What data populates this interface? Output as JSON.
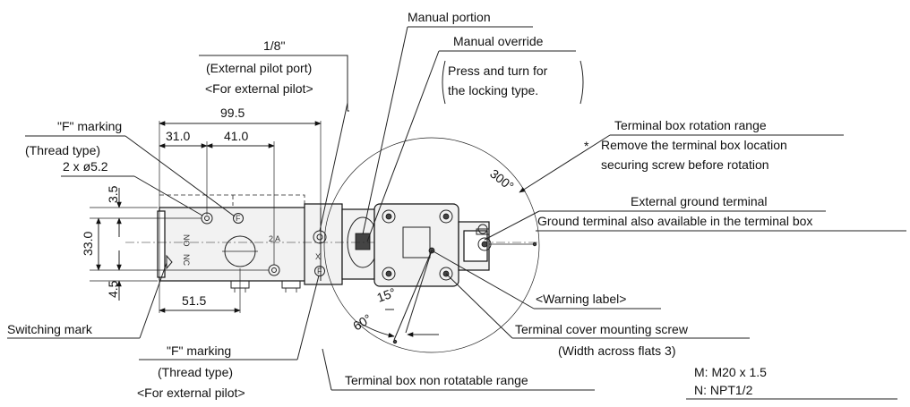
{
  "labels": {
    "manual_portion": "Manual portion",
    "manual_override": "Manual override",
    "press_turn_1": "Press and turn for",
    "press_turn_2": "the locking type.",
    "pilot_port_size": "1/8\"",
    "pilot_port_name": "(External pilot port)",
    "pilot_port_note": "<For external pilot>",
    "f_marking_top": "\"F\" marking",
    "thread_type_top": "(Thread type)",
    "holes": "2 x ø5.2",
    "switching_mark": "Switching mark",
    "f_marking_bottom": "\"F\" marking",
    "thread_type_bottom": "(Thread type)",
    "for_ext_pilot_bottom": "<For external pilot>",
    "rotation_range": "Terminal box rotation range",
    "asterisk": "*",
    "rotation_note_1": "Remove the terminal box location",
    "rotation_note_2": "securing screw before rotation",
    "ext_ground": "External ground terminal",
    "ground_also": "Ground terminal also available in the terminal box",
    "warning_label": "<Warning label>",
    "cover_screw": "Terminal cover mounting screw",
    "width_flats": "(Width across flats 3)",
    "non_rotatable": "Terminal box non rotatable range",
    "conduit_m": "M: M20 x 1.5",
    "conduit_n": "N: NPT1/2"
  },
  "dimensions": {
    "d_99_5": "99.5",
    "d_31_0": "31.0",
    "d_41_0": "41.0",
    "d_51_5": "51.5",
    "d_3_5": "3.5",
    "d_33_0": "33.0",
    "d_4_5": "4.5",
    "a_300": "300°",
    "a_60": "60°",
    "a_15": "15°"
  },
  "body_marks": {
    "no": "NO",
    "nc": "NC",
    "port_2a": "2 A",
    "x": "X",
    "f1": "F",
    "f2": "F"
  }
}
